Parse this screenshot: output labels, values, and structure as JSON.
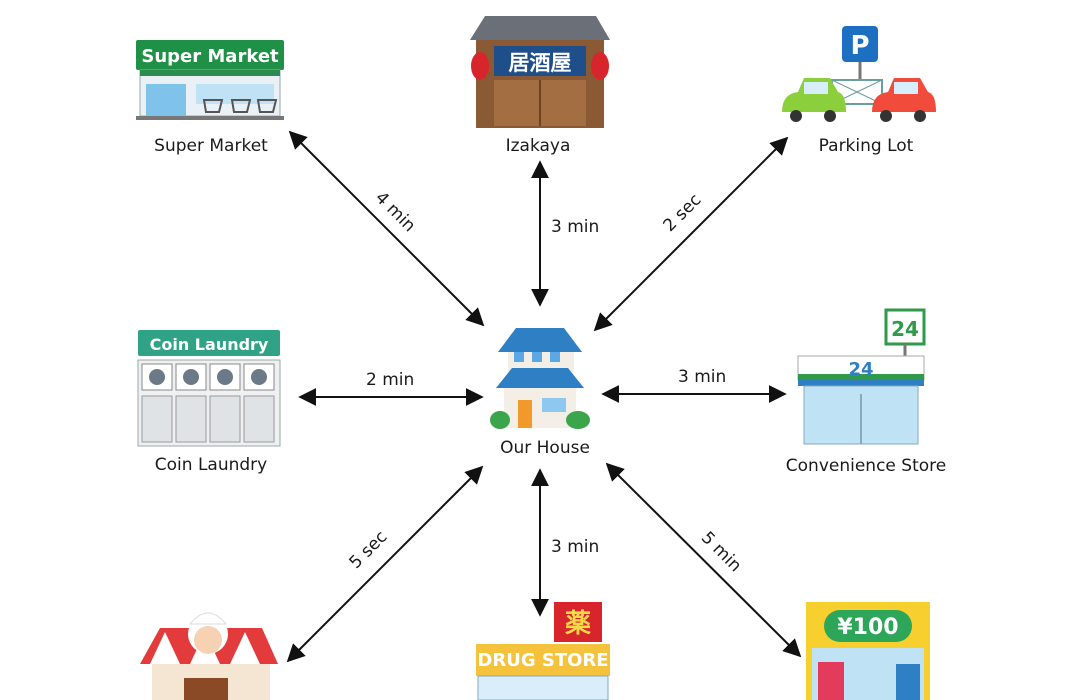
{
  "center": {
    "label": "Our House"
  },
  "places": {
    "super_market": {
      "label": "Super Market",
      "sign": "Super Market"
    },
    "izakaya": {
      "label": "Izakaya",
      "sign": "居酒屋"
    },
    "parking_lot": {
      "label": "Parking Lot",
      "sign": "P"
    },
    "coin_laundry": {
      "label": "Coin Laundry",
      "sign": "Coin Laundry"
    },
    "convenience_store": {
      "label": "Convenience Store",
      "sign": "24"
    },
    "drug_store": {
      "label": "",
      "sign": "DRUG STORE",
      "kanji": "薬"
    },
    "hundred_yen": {
      "label": "",
      "sign": "¥100"
    }
  },
  "times": {
    "super_market": "4 min",
    "izakaya": "3 min",
    "parking_lot": "2 sec",
    "coin_laundry": "2 min",
    "convenience_store": "3 min",
    "bakery": "5 sec",
    "drug_store": "3 min",
    "hundred_yen": "5 min"
  },
  "colors": {
    "green": "#1e9146",
    "blue": "#2f8fd8",
    "red": "#e02d2d",
    "yellow": "#f7cf2e"
  }
}
